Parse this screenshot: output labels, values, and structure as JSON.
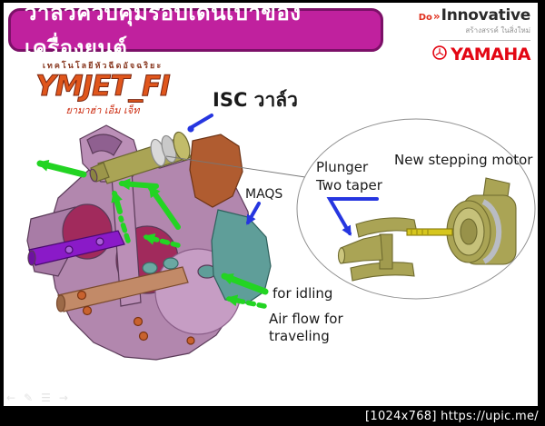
{
  "slide": {
    "title": "วาล์วควบคุมรอบเดินเบาของเครื่องยนต์"
  },
  "branding": {
    "do_innovative": {
      "prefix": "Do",
      "chevron": "»",
      "name": "Innovative",
      "tagline": "สร้างสรรค์ ในสิ่งใหม่"
    },
    "yamaha": {
      "wordmark": "YAMAHA"
    }
  },
  "ymjet_logo": {
    "tagline_top": "เทคโนโลยีหัวฉีดอัจฉริยะ",
    "wordmark": "YMJET_FI",
    "tagline_bottom": "ยามาฮ่า เอ็ม เจ็ท"
  },
  "diagram": {
    "isc_label": "ISC วาล์ว",
    "maqs_label": "MAQS",
    "flow": {
      "idling": "for idling",
      "traveling_line1": "Air flow for",
      "traveling_line2": "traveling"
    },
    "inset": {
      "plunger_line1": "Plunger",
      "plunger_line2": "Two taper",
      "motor_label": "New stepping motor"
    }
  },
  "slideshow_nav": {
    "prev_icon": "←",
    "pen_icon": "✎",
    "menu_icon": "☰",
    "next_icon": "→"
  },
  "footer": {
    "watermark": "[1024x768] https://upic.me/"
  },
  "colors": {
    "banner_bg": "#c0219e",
    "banner_border": "#7c1068",
    "yamaha_red": "#e30613",
    "do_red": "#e0301e",
    "ymjet_orange": "#e0561c",
    "arrow_green": "#23d423",
    "arrow_blue": "#2636e0",
    "body_mauve": "#b287ae",
    "cut_maroon": "#a12a5c",
    "valve_olive": "#aaa455",
    "maqs_teal": "#5f9e99",
    "lever_purple": "#8a1ac8",
    "rod_tan": "#c28a68"
  }
}
